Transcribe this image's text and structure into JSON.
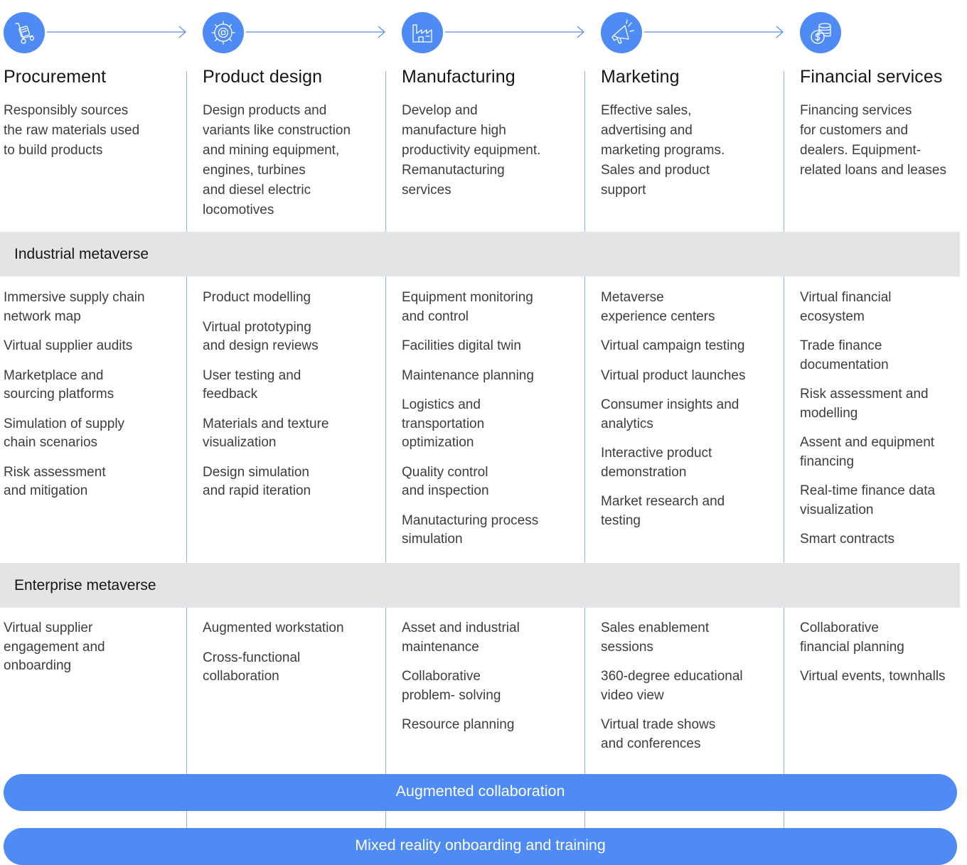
{
  "colors": {
    "accent": "#4f8bf5",
    "band": "#e3e4e6",
    "divider": "#8fb0f0"
  },
  "columns": [
    {
      "icon": "hand-truck-icon",
      "title": "Procurement",
      "description": [
        "Responsibly sources",
        "the raw materials used",
        "to build products"
      ],
      "industrial": [
        [
          "Immersive supply chain",
          "network map"
        ],
        [
          "Virtual supplier audits"
        ],
        [
          "Marketplace and",
          "sourcing platforms"
        ],
        [
          "Simulation of supply",
          "chain scenarios"
        ],
        [
          "Risk assessment",
          "and mitigation"
        ]
      ],
      "enterprise": [
        [
          "Virtual supplier",
          "engagement and",
          "onboarding"
        ]
      ]
    },
    {
      "icon": "gear-icon",
      "title": "Product design",
      "description": [
        "Design products and",
        "variants like construction",
        "and mining equipment,",
        "engines, turbines",
        "and diesel electric",
        "locomotives"
      ],
      "industrial": [
        [
          "Product modelling"
        ],
        [
          "Virtual prototyping",
          "and design reviews"
        ],
        [
          "User testing and",
          "feedback"
        ],
        [
          "Materials and texture",
          "visualization"
        ],
        [
          "Design simulation",
          "and rapid iteration"
        ]
      ],
      "enterprise": [
        [
          "Augmented workstation"
        ],
        [
          "Cross-functional",
          "collaboration"
        ]
      ]
    },
    {
      "icon": "factory-icon",
      "title": "Manufacturing",
      "description": [
        "Develop and",
        "manufacture high",
        "productivity equipment.",
        "Remanutacturing",
        "services"
      ],
      "industrial": [
        [
          "Equipment monitoring",
          "and control"
        ],
        [
          "Facilities digital twin"
        ],
        [
          "Maintenance planning"
        ],
        [
          "Logistics and",
          "transportation",
          "optimization"
        ],
        [
          "Quality control",
          "and inspection"
        ],
        [
          "Manutacturing process",
          "simulation"
        ]
      ],
      "enterprise": [
        [
          "Asset and industrial",
          "maintenance"
        ],
        [
          "Collaborative",
          "problem- solving"
        ],
        [
          "Resource planning"
        ]
      ]
    },
    {
      "icon": "megaphone-icon",
      "title": "Marketing",
      "description": [
        "Effective sales,",
        "advertising and",
        "marketing programs.",
        "Sales and product",
        "support"
      ],
      "industrial": [
        [
          "Metaverse",
          "experience centers"
        ],
        [
          "Virtual campaign testing"
        ],
        [
          "Virtual product launches"
        ],
        [
          "Consumer insights and",
          "analytics"
        ],
        [
          "Interactive product",
          "demonstration"
        ],
        [
          "Market research and",
          "testing"
        ]
      ],
      "enterprise": [
        [
          "Sales enablement",
          "sessions"
        ],
        [
          "360-degree educational",
          "video view"
        ],
        [
          "Virtual trade shows",
          "and conferences"
        ]
      ]
    },
    {
      "icon": "coins-dollar-icon",
      "title": "Financial services",
      "description": [
        "Financing services",
        "for customers and",
        "dealers. Equipment-",
        "related loans and leases"
      ],
      "industrial": [
        [
          "Virtual financial",
          "ecosystem"
        ],
        [
          "Trade finance",
          "documentation"
        ],
        [
          "Risk assessment and",
          "modelling"
        ],
        [
          "Assent and equipment",
          "financing"
        ],
        [
          "Real-time finance data",
          "visualization"
        ],
        [
          "Smart contracts"
        ]
      ],
      "enterprise": [
        [
          "Collaborative",
          "financial planning"
        ],
        [
          "Virtual events, townhalls"
        ]
      ]
    }
  ],
  "bands": {
    "industrial": "Industrial metaverse",
    "enterprise": "Enterprise metaverse"
  },
  "pills": {
    "augmented": "Augmented collaboration",
    "mixed_reality": "Mixed reality onboarding and training"
  }
}
